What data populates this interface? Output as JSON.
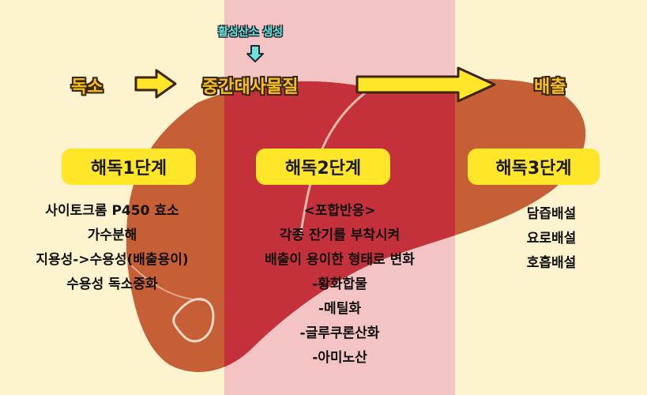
{
  "colors": {
    "background": "#fdf4cf",
    "stage1_band": "#fdf4cf",
    "stage2_band": "#f4c3c3",
    "stage3_band": "#fdf4cf",
    "liver": "#c65f35",
    "liver_mid": "#c5313a",
    "stage_box": "#ffe629",
    "arrow": "#ffe629"
  },
  "flow": {
    "ros_label": "활성산소 생성",
    "start": "독소",
    "middle": "중간대사물질",
    "end": "배출"
  },
  "stages": [
    {
      "title": "해독1단계",
      "lines": [
        "사이토크롬 P450 효소",
        "가수분해",
        "지용성->수용성(배출용이)",
        "수용성 독소중화"
      ]
    },
    {
      "title": "해독2단계",
      "lines": [
        "<포합반응>",
        "각종 잔기를 부착시켜",
        "배출이 용이한 형태로 변화",
        "-황화합물",
        "-메틸화",
        "-글루쿠론산화",
        "-아미노산"
      ]
    },
    {
      "title": "해독3단계",
      "lines": [
        "담즙배설",
        "요로배설",
        "호흡배설"
      ]
    }
  ]
}
